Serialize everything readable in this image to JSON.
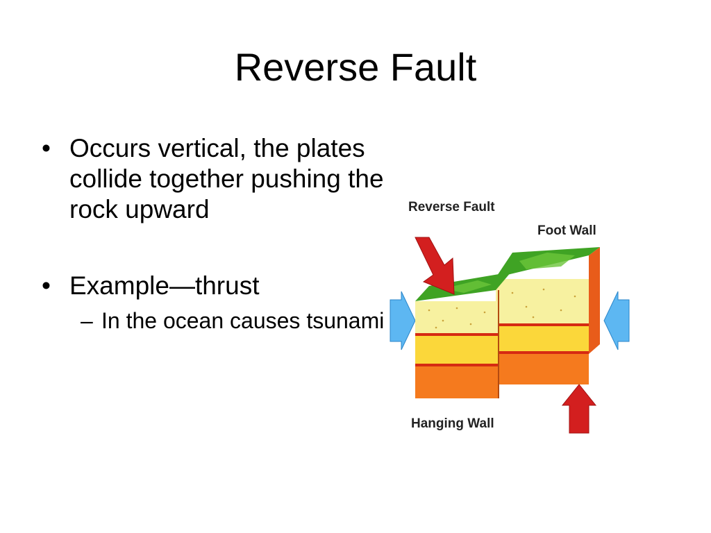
{
  "slide": {
    "title": "Reverse Fault",
    "bullets": [
      {
        "text": "Occurs vertical, the plates collide together pushing the rock upward"
      },
      {
        "text": "Example—thrust",
        "sub": "In the ocean causes tsunami"
      }
    ]
  },
  "diagram": {
    "labels": {
      "title": "Reverse Fault",
      "foot_wall": "Foot Wall",
      "hanging_wall": "Hanging Wall"
    },
    "colors": {
      "grass": "#3fa324",
      "sand": "#f7f1a0",
      "yellow_layer": "#fbd73a",
      "orange_layer": "#f57a1e",
      "red_line": "#d62a12",
      "arrow_red": "#d31f1f",
      "arrow_blue": "#5db7f2"
    }
  }
}
